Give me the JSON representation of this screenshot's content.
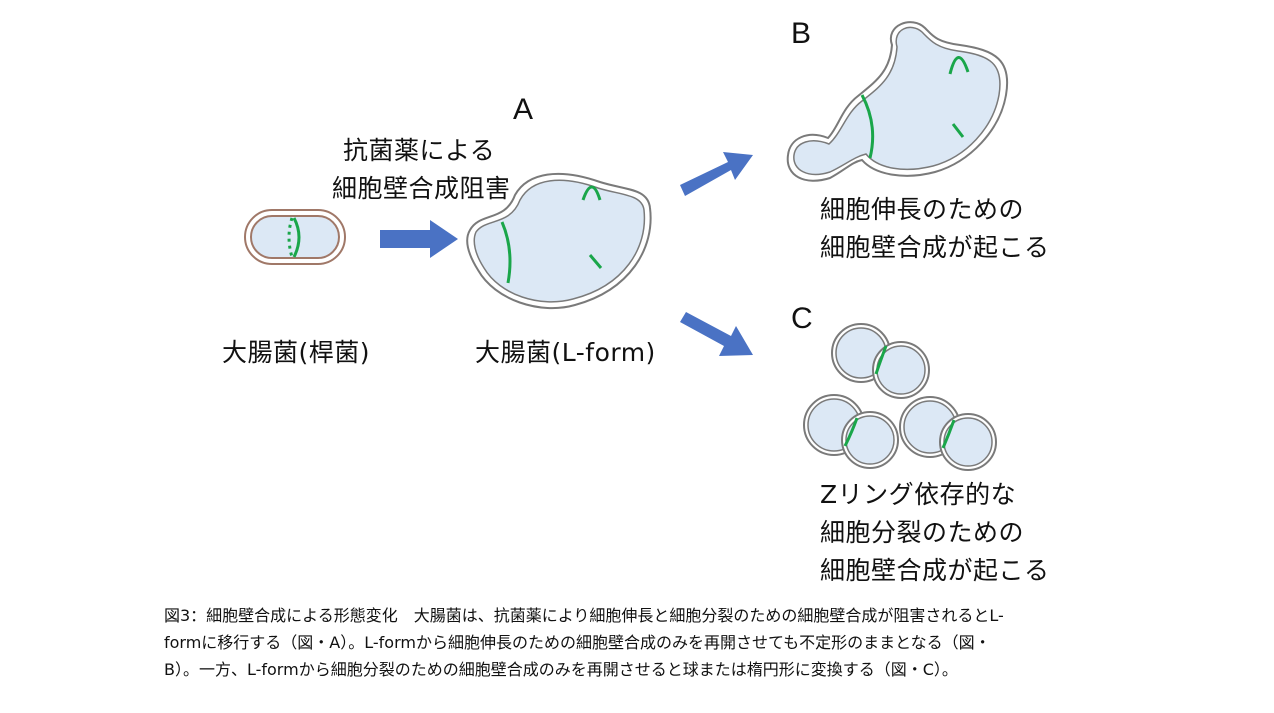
{
  "labels": {
    "letter_a": "A",
    "letter_b": "B",
    "letter_c": "C",
    "arrow_line1": "抗菌薬による",
    "arrow_line2": "細胞壁合成阻害",
    "rod_label": "大腸菌(桿菌)",
    "lform_label": "大腸菌(L-form)",
    "b_line1": "細胞伸長のための",
    "b_line2": "細胞壁合成が起こる",
    "c_line1": "Zリング依存的な",
    "c_line2": "細胞分裂のための",
    "c_line3": "細胞壁合成が起こる"
  },
  "caption": {
    "line1": "図3：細胞壁合成による形態変化　大腸菌は、抗菌薬により細胞伸長と細胞分裂のための細胞壁合成が阻害されるとL-",
    "line2": "formに移行する（図・A）。L-formから細胞伸長のための細胞壁合成のみを再開させても不定形のままとなる（図・",
    "line3": "B）。一方、L-formから細胞分裂のための細胞壁合成のみを再開させると球または楕円形に変換する（図・C）。"
  },
  "colors": {
    "cell_fill": "#dce8f5",
    "cell_outline": "#7a7a7a",
    "rod_outline": "#a07868",
    "green_mark": "#1aa64a",
    "arrow": "#4a72c4"
  }
}
